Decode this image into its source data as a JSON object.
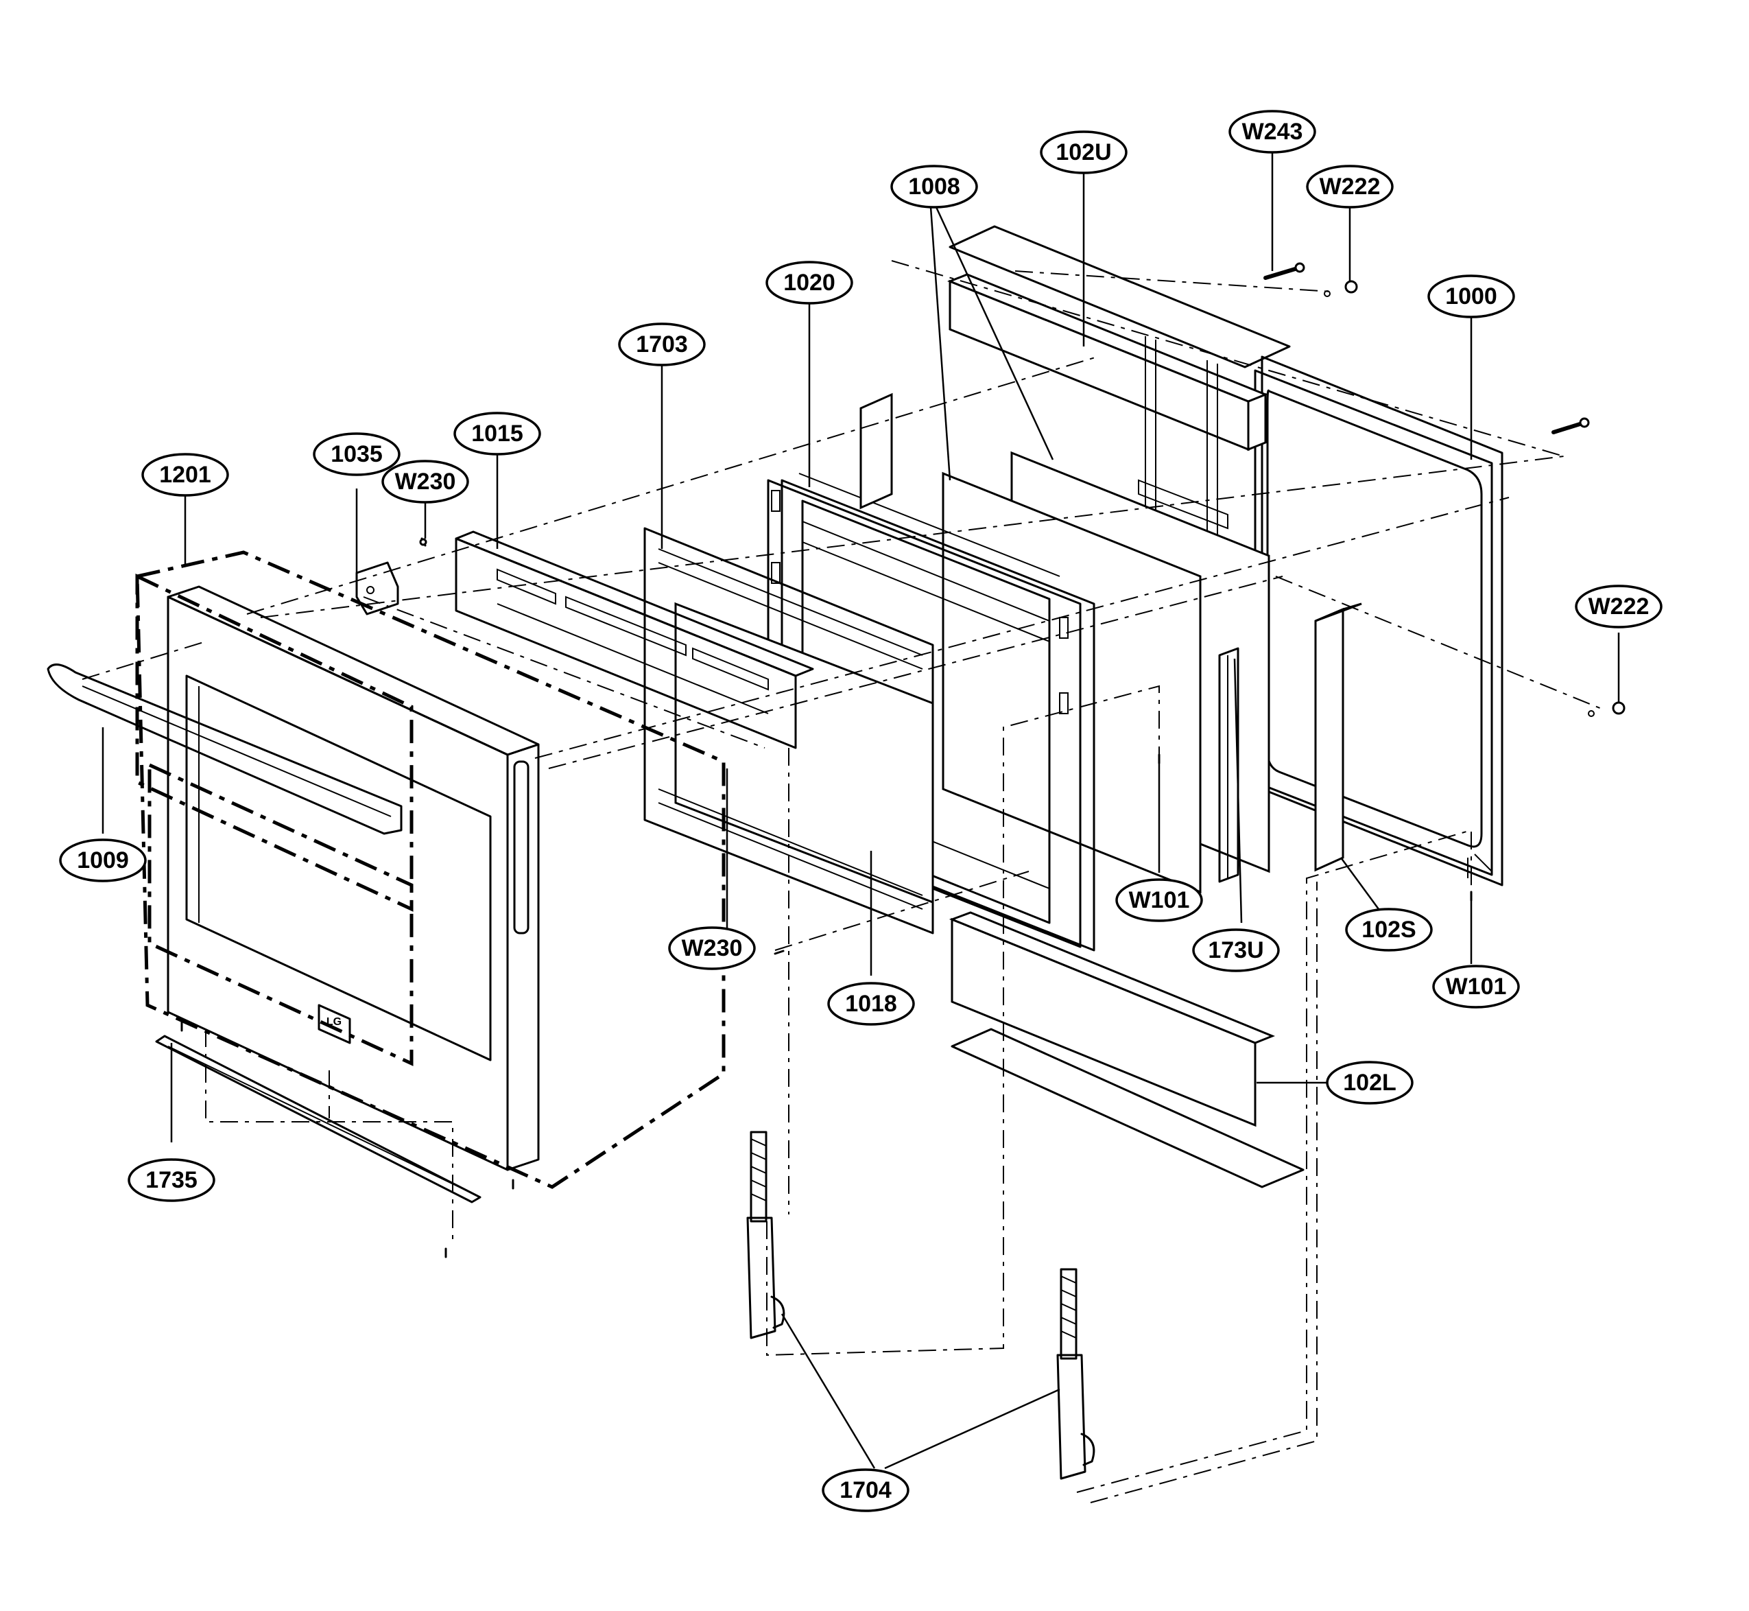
{
  "diagram": {
    "callouts": [
      {
        "id": "w243",
        "label": "W243"
      },
      {
        "id": "w222-top",
        "label": "W222"
      },
      {
        "id": "102u",
        "label": "102U"
      },
      {
        "id": "1008",
        "label": "1008"
      },
      {
        "id": "1000",
        "label": "1000"
      },
      {
        "id": "1020",
        "label": "1020"
      },
      {
        "id": "1703",
        "label": "1703"
      },
      {
        "id": "1015",
        "label": "1015"
      },
      {
        "id": "1035",
        "label": "1035"
      },
      {
        "id": "w230-top",
        "label": "W230"
      },
      {
        "id": "1201",
        "label": "1201"
      },
      {
        "id": "w222-right",
        "label": "W222"
      },
      {
        "id": "1009",
        "label": "1009"
      },
      {
        "id": "w230-mid",
        "label": "W230"
      },
      {
        "id": "w101-mid",
        "label": "W101"
      },
      {
        "id": "173u",
        "label": "173U"
      },
      {
        "id": "102s",
        "label": "102S"
      },
      {
        "id": "w101-right",
        "label": "W101"
      },
      {
        "id": "1018",
        "label": "1018"
      },
      {
        "id": "102l",
        "label": "102L"
      },
      {
        "id": "1735",
        "label": "1735"
      },
      {
        "id": "1704",
        "label": "1704"
      }
    ],
    "logo_text": "LG"
  }
}
